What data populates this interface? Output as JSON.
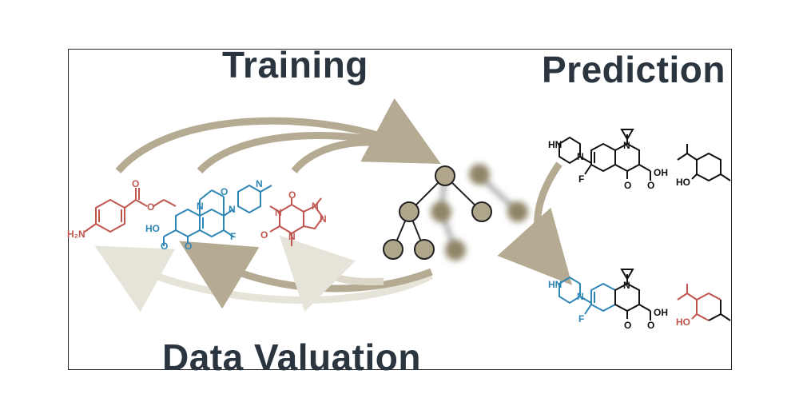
{
  "headings": {
    "training": "Training",
    "prediction": "Prediction",
    "data_valuation": "Data Valuation"
  },
  "atom_labels": {
    "benzocaine": [
      "H₂N",
      "O",
      "O"
    ],
    "ofloxacin": [
      "HO",
      "O",
      "O",
      "N",
      "O",
      "N",
      "N",
      "F"
    ],
    "caffeine": [
      "O",
      "N",
      "N",
      "O",
      "N",
      "N"
    ],
    "ciprofloxacin_black": [
      "HN",
      "N",
      "N",
      "F",
      "O",
      "OH",
      "O"
    ],
    "menthol_black": [
      "HO"
    ],
    "ciprofloxacin_colored": [
      "HN",
      "N",
      "N",
      "F",
      "O",
      "OH",
      "O"
    ],
    "menthol_colored": [
      "HO"
    ]
  },
  "colors": {
    "heading": "#2b3540",
    "arrow": "#b5ab93",
    "arrow_faded": "#e6e3d9",
    "node_fill": "#b0a68c",
    "node_stroke": "#222222",
    "molecule_red": "#c0554f",
    "molecule_blue": "#2e86b6",
    "molecule_black": "#111111"
  }
}
